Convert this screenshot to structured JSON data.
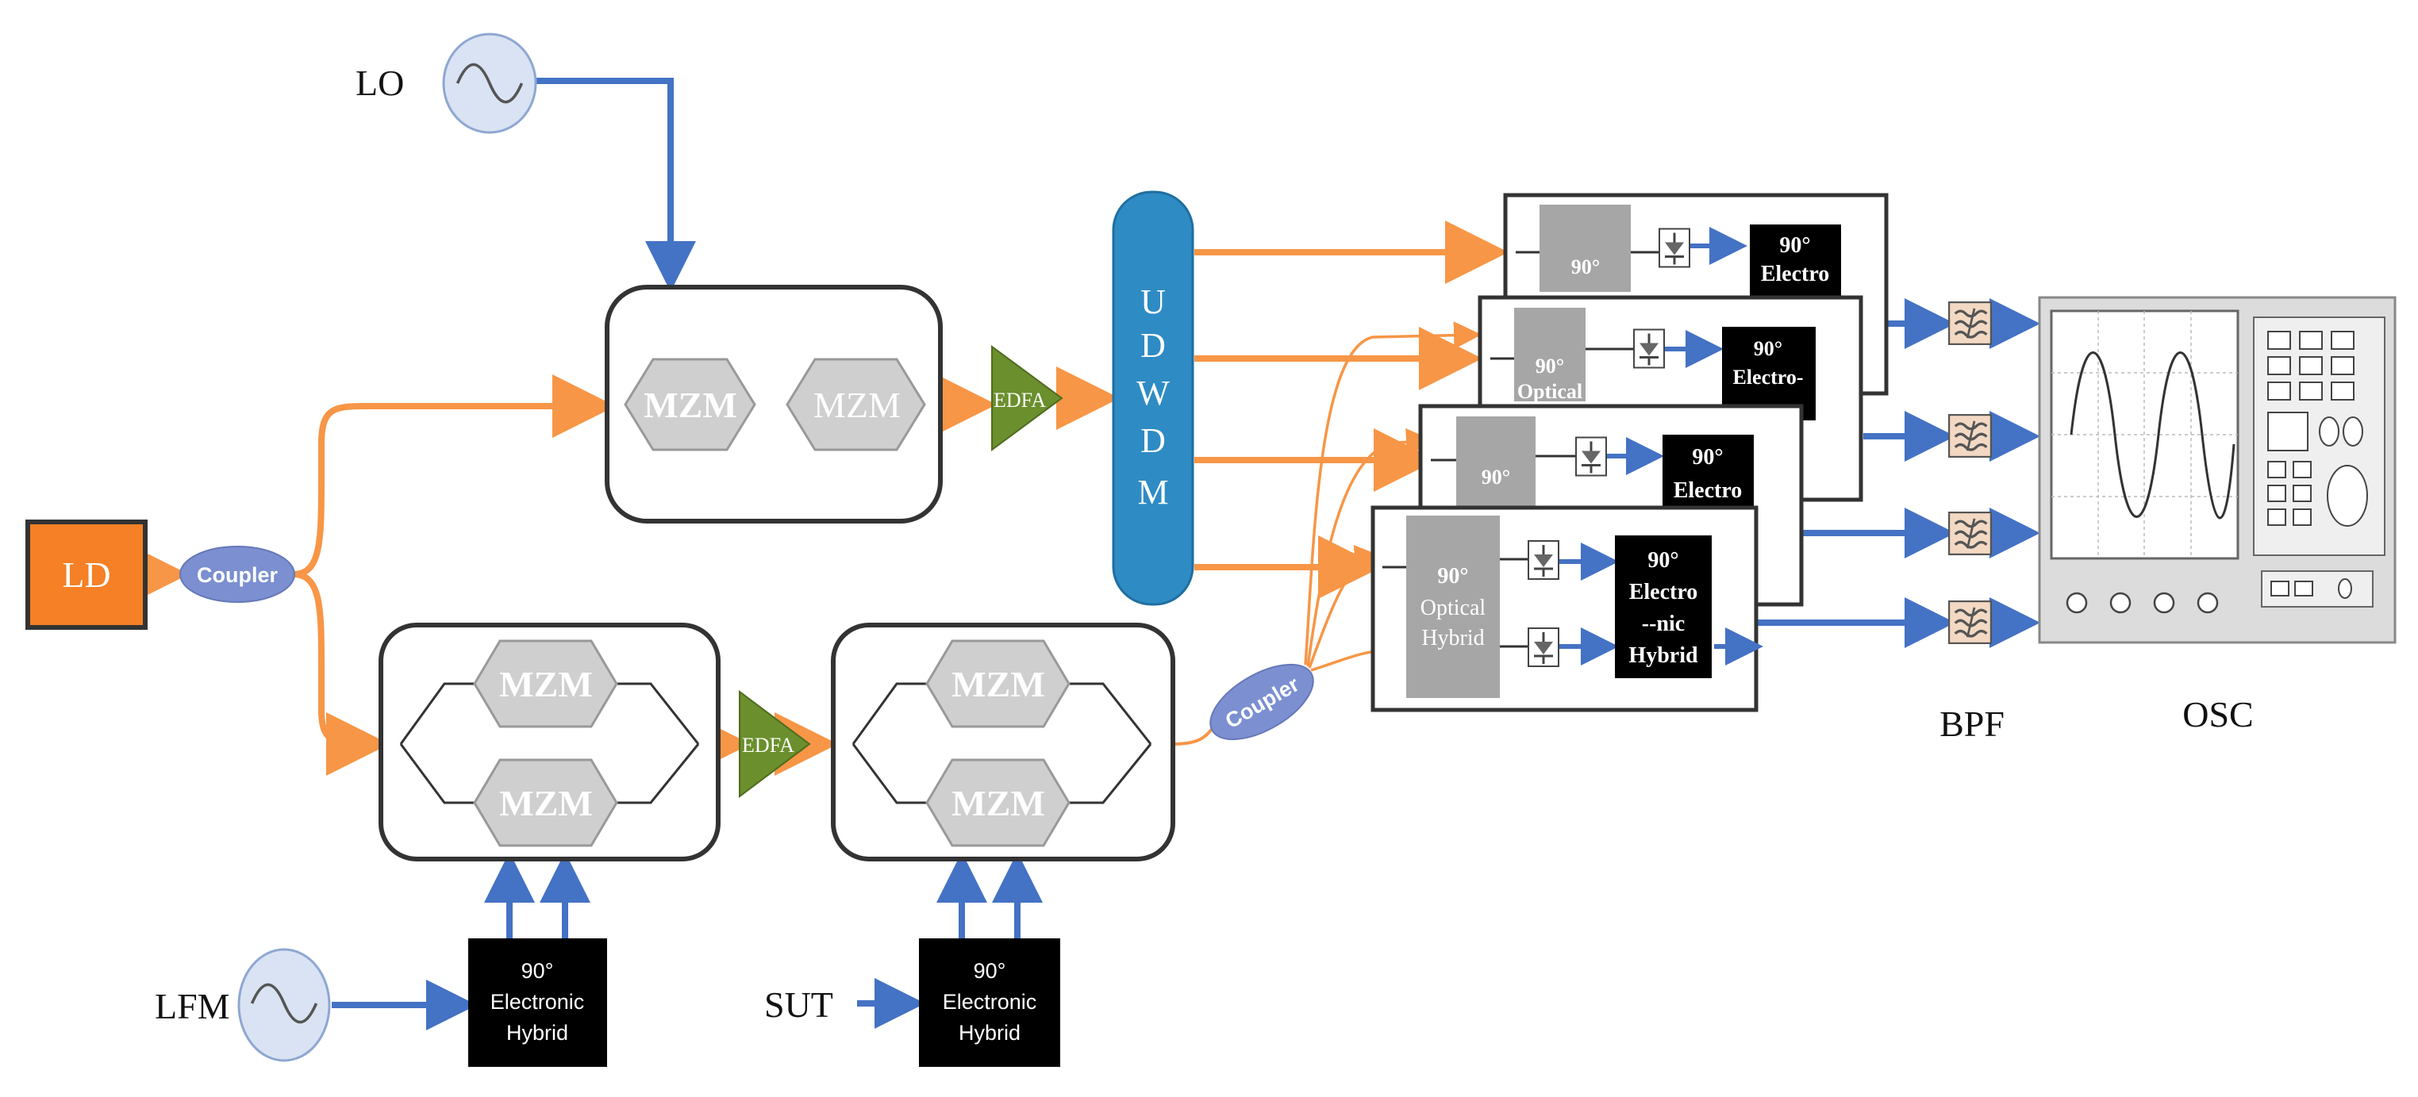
{
  "labels": {
    "lo": "LO",
    "lfm": "LFM",
    "sut": "SUT",
    "bpf": "BPF",
    "osc": "OSC"
  },
  "blocks": {
    "ld": "LD",
    "coupler": "Coupler",
    "mzm": "MZM",
    "edfa": "EDFA",
    "udwdm": [
      "U",
      "D",
      "W",
      "D",
      "M"
    ],
    "ehybrid": [
      "90°",
      "Electronic",
      "Hybrid"
    ]
  },
  "receivers": {
    "optical_hybrid": [
      "90°",
      "Optical",
      "Hybrid"
    ],
    "front_optical": [
      "90°",
      "Optical"
    ],
    "front_electro_variants": [
      [
        "90°",
        "Electro"
      ],
      [
        "90°",
        "Electro-"
      ],
      [
        "90°",
        "Electro"
      ],
      [
        "90°",
        "Electro",
        "--nic",
        "Hybrid"
      ]
    ]
  },
  "colors": {
    "optical_path": "#f79646",
    "electrical_path": "#4472c4",
    "ld_fill": "#f58025",
    "coupler_fill": "#7b8fd1",
    "udwdm_fill": "#2e8bc4",
    "edfa_fill": "#6a8f2c",
    "mzm_fill": "#cfcfcf",
    "osc_fill": "#dcdcdc",
    "bpf_fill": "#f3d9c3",
    "source_fill": "#dae3f3"
  }
}
